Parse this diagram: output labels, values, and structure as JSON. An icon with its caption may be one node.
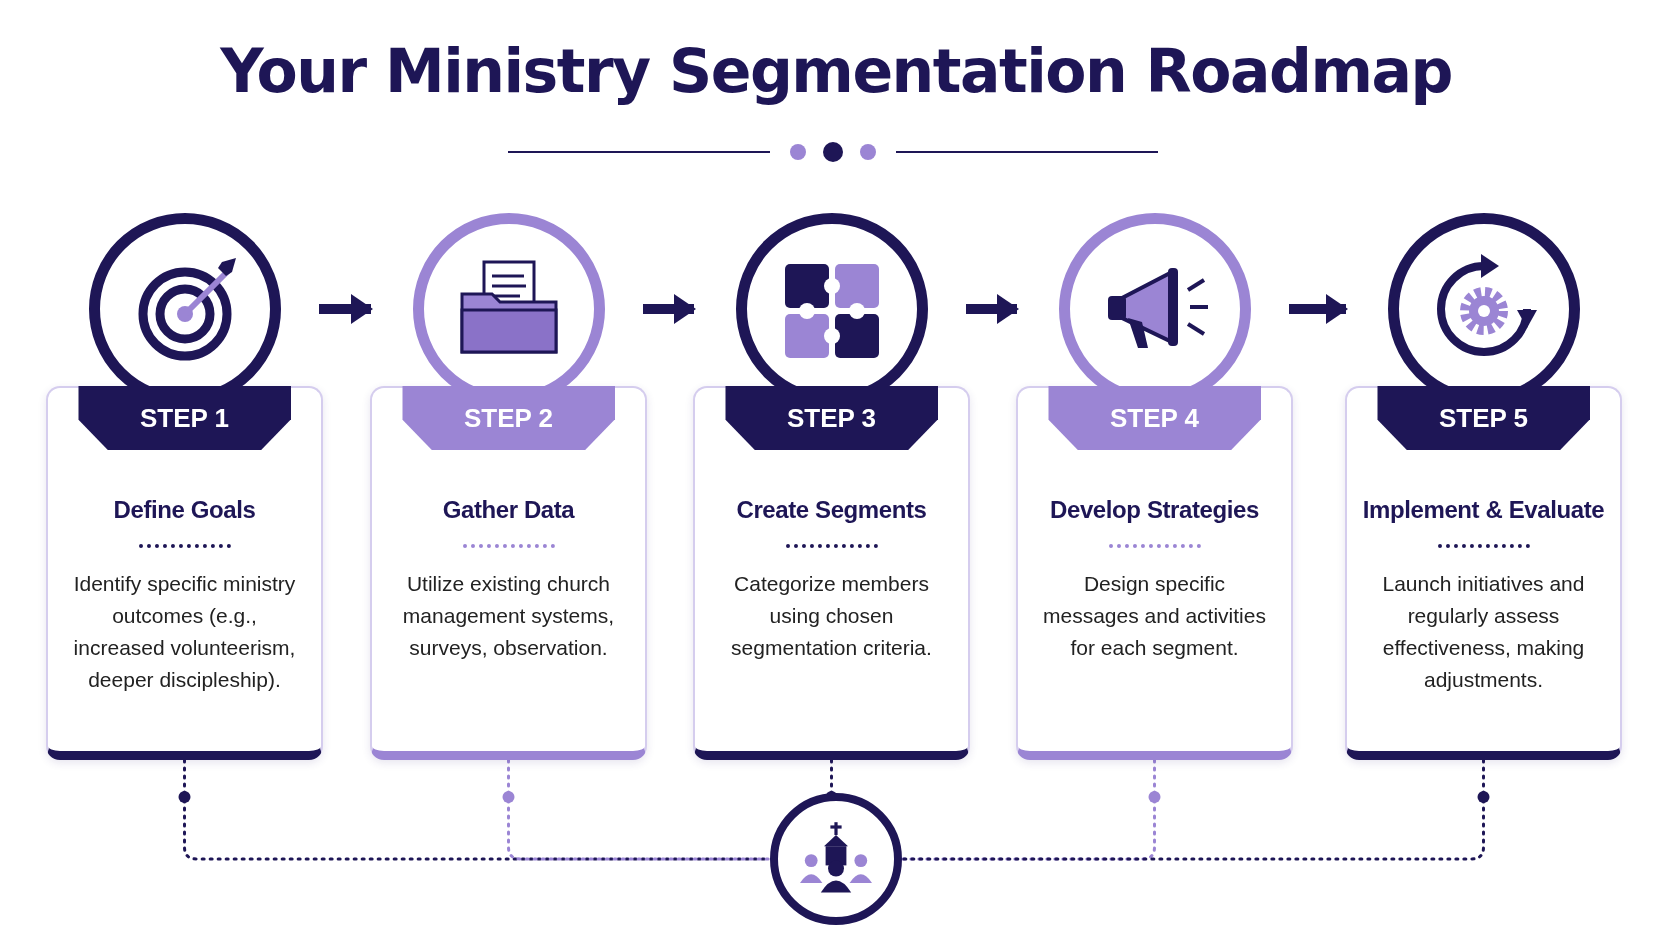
{
  "diagram": {
    "title": "Your Ministry Segmentation Roadmap",
    "nodes": [
      {
        "text": [
          "STEP 1",
          "Define Goals",
          "Identify specific ministry outcomes (e.g., increased volunteerism, deeper discipleship)."
        ]
      },
      {
        "text": [
          "STEP 2",
          "Gather Data",
          "Utilize existing church management systems, surveys, observation."
        ]
      },
      {
        "text": [
          "STEP 3",
          "Create Segments",
          "Categorize members using chosen segmentation criteria."
        ]
      },
      {
        "text": [
          "STEP 4",
          "Develop Strategies",
          "Design specific messages and activities for each segment."
        ]
      },
      {
        "text": [
          "STEP 5",
          "Implement & Evaluate",
          "Launch initiatives and regularly assess effectiveness, making adjustments."
        ]
      },
      {
        "text": [],
        "shape": "circle"
      }
    ],
    "edges": [
      {
        "from": 0,
        "to": 1,
        "arrow": "to",
        "style": "thick"
      },
      {
        "from": 1,
        "to": 2,
        "arrow": "to",
        "style": "thick"
      },
      {
        "from": 2,
        "to": 3,
        "arrow": "to",
        "style": "thick"
      },
      {
        "from": 3,
        "to": 4,
        "arrow": "to",
        "style": "thick"
      },
      {
        "from": 0,
        "to": 5,
        "arrow": "other",
        "style": "dashed"
      },
      {
        "from": 1,
        "to": 5,
        "arrow": "other",
        "style": "dashed",
        "color": "#9b85d4"
      },
      {
        "from": 2,
        "to": 5,
        "arrow": "other",
        "style": "dashed"
      },
      {
        "from": 3,
        "to": 5,
        "arrow": "other",
        "style": "dashed",
        "color": "#9b85d4"
      },
      {
        "from": 4,
        "to": 5,
        "arrow": "other",
        "style": "dashed"
      }
    ]
  }
}
